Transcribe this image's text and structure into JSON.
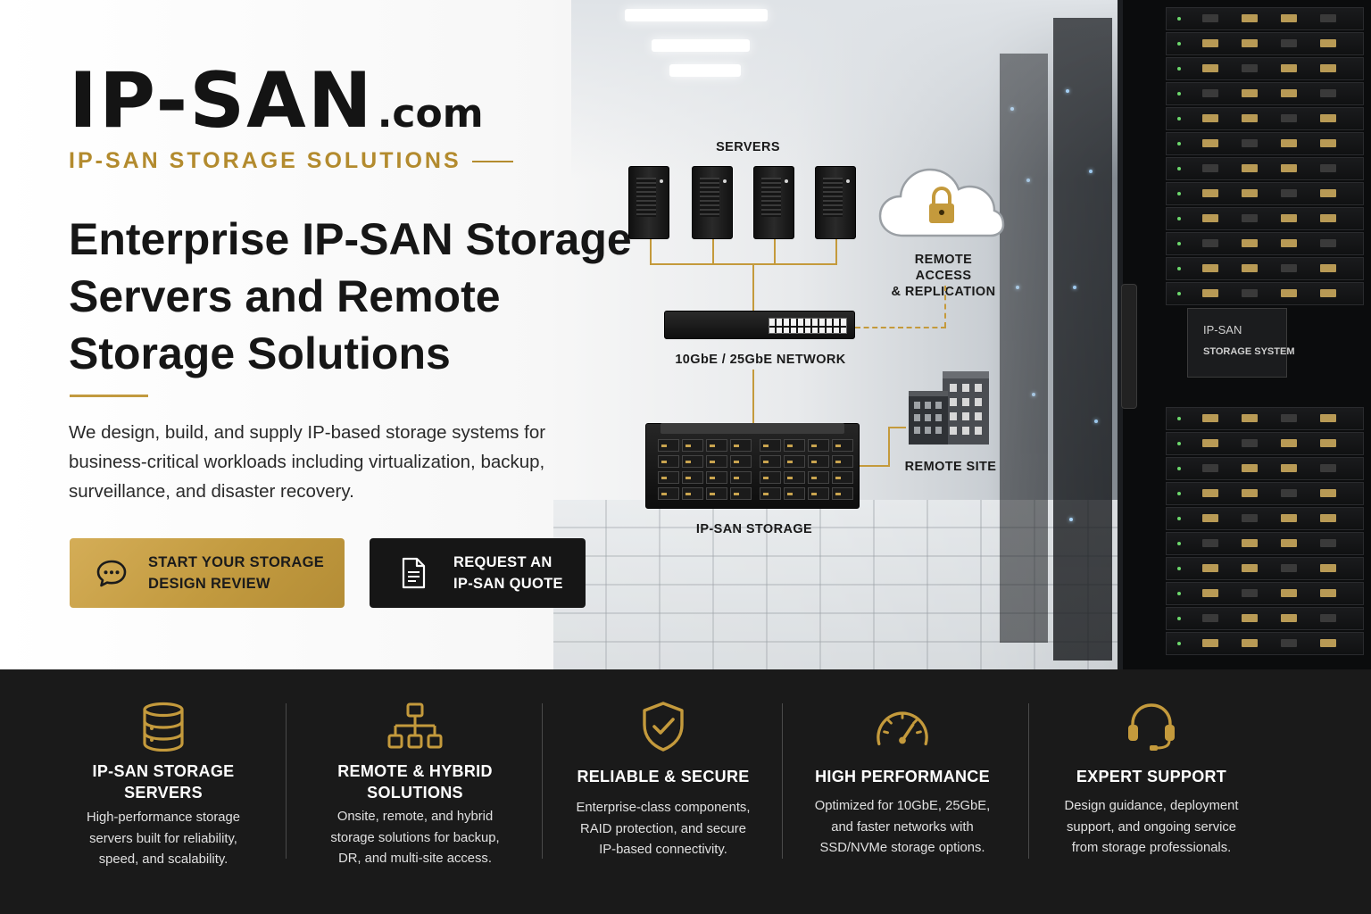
{
  "brand": {
    "name": "IP-SAN",
    "suffix": ".com",
    "tagline": "IP-SAN STORAGE SOLUTIONS"
  },
  "hero": {
    "headline": "Enterprise IP-SAN Storage Servers and Remote Storage Solutions",
    "intro": "We design, build, and supply IP-based storage systems for business-critical workloads including virtualization, backup, surveillance, and disaster recovery."
  },
  "buttons": {
    "primary": {
      "label": "START YOUR STORAGE\nDESIGN REVIEW",
      "icon": "chat-bubble-icon"
    },
    "secondary": {
      "label": "REQUEST AN\nIP-SAN QUOTE",
      "icon": "document-icon"
    }
  },
  "diagram": {
    "servers_label": "SERVERS",
    "network_label": "10GbE / 25GbE NETWORK",
    "storage_label": "IP-SAN STORAGE",
    "remote_access_label": "REMOTE ACCESS\n& REPLICATION",
    "remote_site_label": "REMOTE SITE"
  },
  "rack_label": {
    "line1": "IP-SAN",
    "line2": "STORAGE SYSTEM"
  },
  "features": [
    {
      "icon": "database-icon",
      "title": "IP-SAN STORAGE\nSERVERS",
      "desc": "High-performance storage\nservers built for reliability,\nspeed, and scalability."
    },
    {
      "icon": "hierarchy-icon",
      "title": "REMOTE & HYBRID\nSOLUTIONS",
      "desc": "Onsite, remote, and hybrid\nstorage solutions for backup,\nDR, and multi-site access."
    },
    {
      "icon": "shield-check-icon",
      "title": "RELIABLE & SECURE",
      "desc": "Enterprise-class components,\nRAID protection, and secure\nIP-based connectivity."
    },
    {
      "icon": "speedometer-icon",
      "title": "HIGH PERFORMANCE",
      "desc": "Optimized for 10GbE, 25GbE,\nand faster networks with\nSSD/NVMe storage options."
    },
    {
      "icon": "headset-icon",
      "title": "EXPERT SUPPORT",
      "desc": "Design guidance, deployment\nsupport, and ongoing service\nfrom storage professionals."
    }
  ],
  "colors": {
    "gold": "#c29a3f",
    "dark": "#161616",
    "strip": "#1a1a1a"
  }
}
